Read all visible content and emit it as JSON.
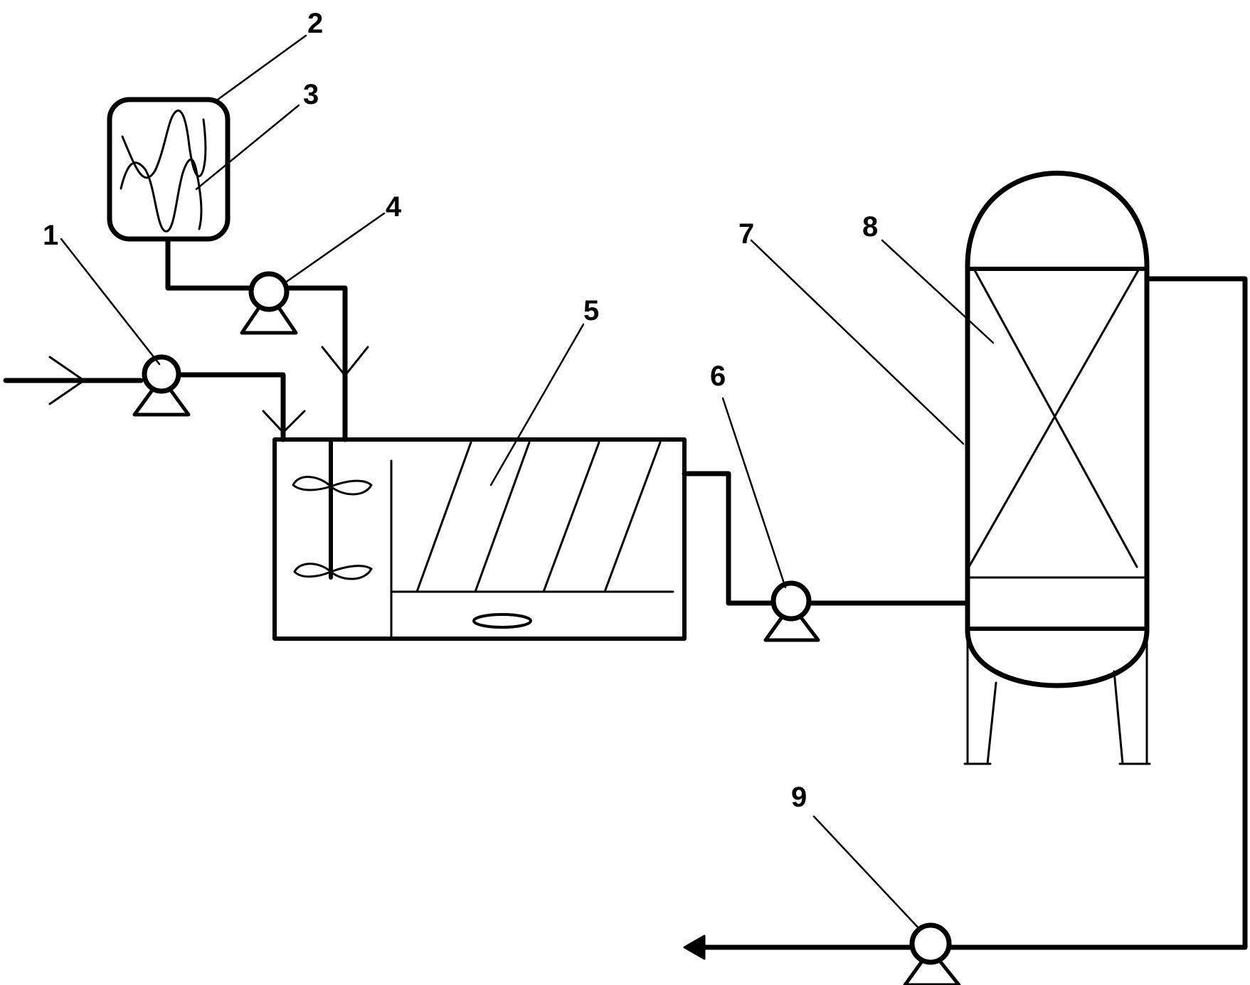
{
  "labels": {
    "l1": "1",
    "l2": "2",
    "l3": "3",
    "l4": "4",
    "l5": "5",
    "l6": "6",
    "l7": "7",
    "l8": "8",
    "l9": "9"
  },
  "colors": {
    "line": "#000000",
    "background": "#ffffff"
  }
}
